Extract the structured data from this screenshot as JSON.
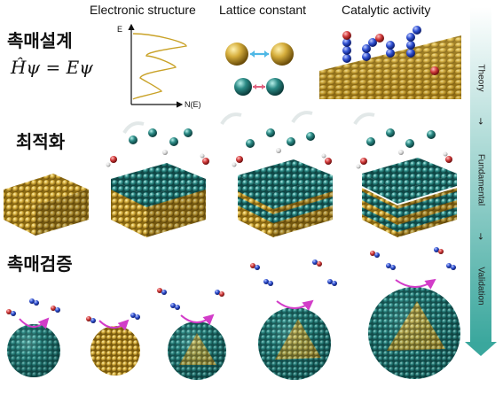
{
  "rows": {
    "design": "촉매설계",
    "optimization": "최적화",
    "validation": "촉매검증"
  },
  "columns": {
    "electronic": "Electronic structure",
    "lattice": "Lattice constant",
    "catalytic": "Catalytic activity"
  },
  "equation": "Ĥψ = Eψ",
  "dos_plot": {
    "y_axis": "E",
    "x_axis": "N(E)"
  },
  "side_flow": {
    "theory": "Theory",
    "fundamental": "Fundamental",
    "validation": "Validation",
    "arrow1": "↓",
    "arrow2": "↓"
  },
  "colors": {
    "gold": "#c9a227",
    "teal": "#2b7f7c",
    "oxygen_red": "#d03a3a",
    "nitrogen_blue": "#2e4fd1",
    "magenta": "#d23cc8",
    "sidebar_teal": "#4fb3ab"
  }
}
